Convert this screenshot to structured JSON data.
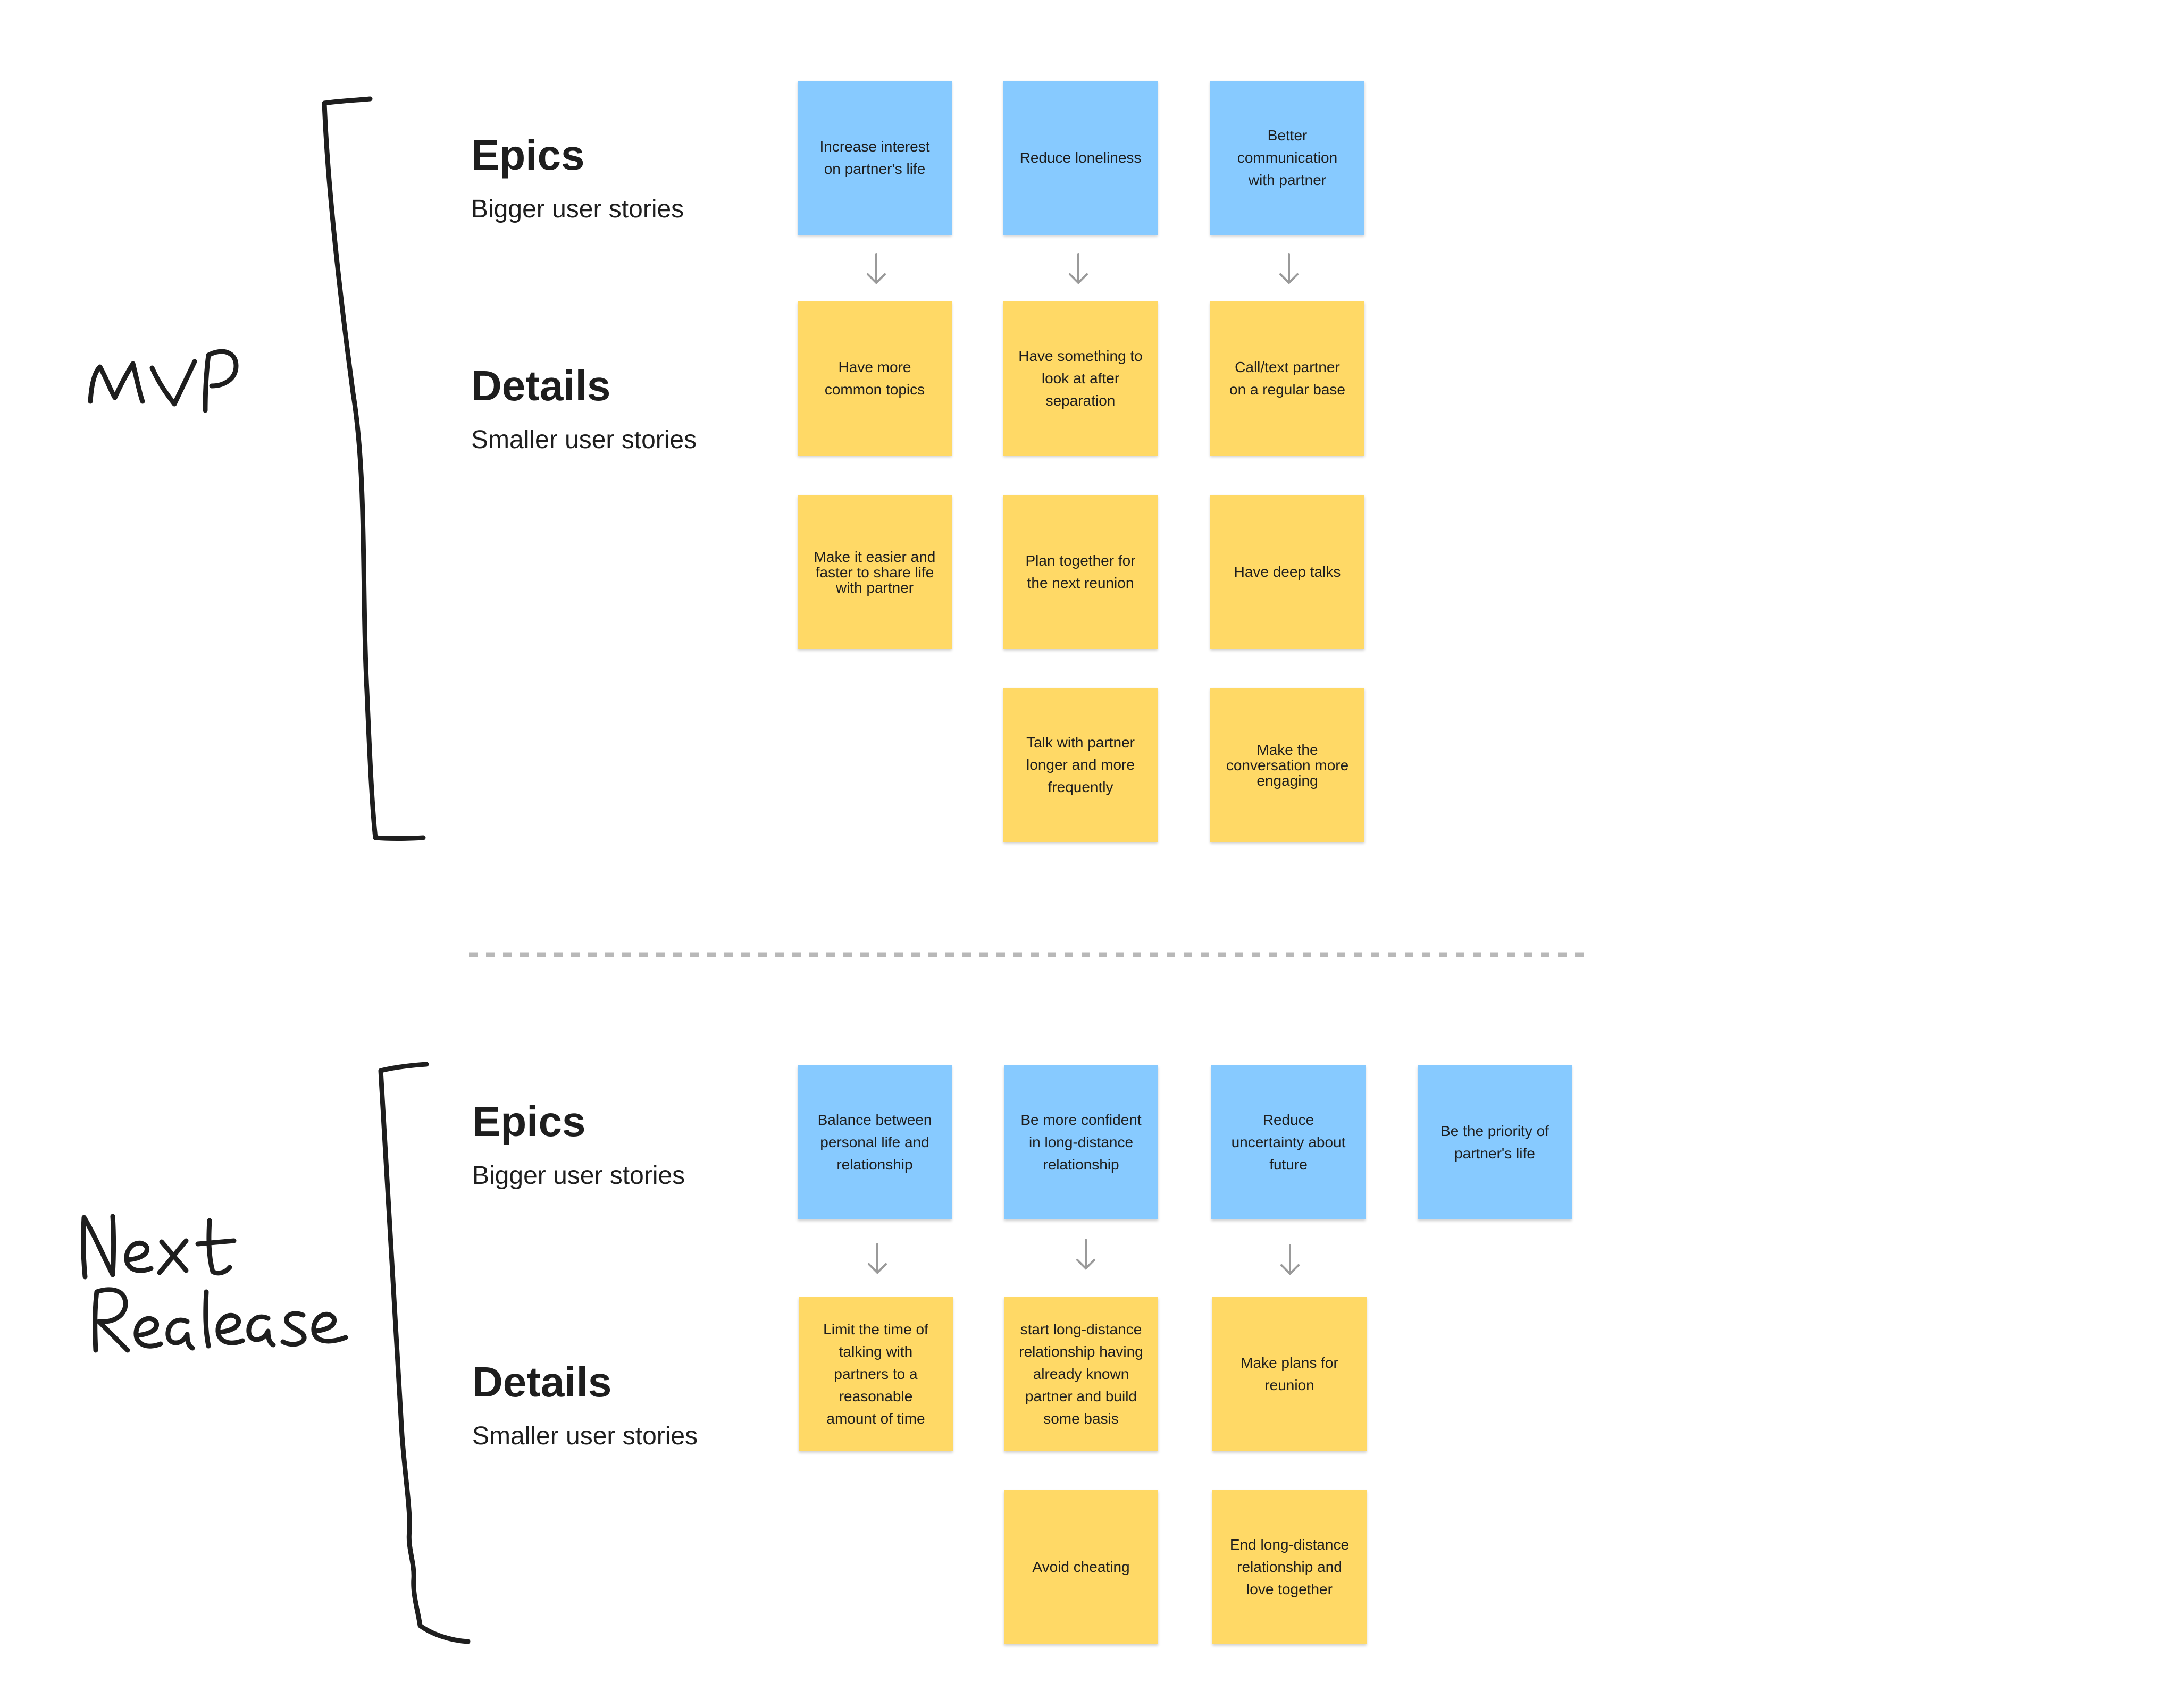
{
  "colors": {
    "epic_note": "#87caff",
    "detail_note": "#ffd966",
    "ink": "#1e1e1e",
    "arrow": "#9a9a9a",
    "divider": "#b8b8b8"
  },
  "mvp": {
    "handwritten_label": "MVP",
    "epics_title": "Epics",
    "epics_subtitle": "Bigger user stories",
    "details_title": "Details",
    "details_subtitle": "Smaller user stories",
    "epics": [
      "Increase interest on partner's life",
      "Reduce loneliness",
      "Better communication with partner"
    ],
    "details": [
      "Have more common topics",
      "Have something to look at after separation",
      "Call/text partner on a regular base",
      "Make it easier and faster to share life with partner",
      "Plan together for the next reunion",
      "Have deep talks",
      "Talk with partner longer and more frequently",
      "Make the conversation more engaging"
    ]
  },
  "next_release": {
    "handwritten_label_line1": "Next",
    "handwritten_label_line2": "Realease",
    "epics_title": "Epics",
    "epics_subtitle": "Bigger user stories",
    "details_title": "Details",
    "details_subtitle": "Smaller user stories",
    "epics": [
      "Balance between personal life and relationship",
      "Be more confident in long-distance relationship",
      "Reduce uncertainty about future",
      "Be the priority of partner's life"
    ],
    "details": [
      "Limit the time of talking with partners to a reasonable amount of time",
      "start long-distance relationship having already known partner and build some basis",
      "Make plans for reunion",
      "Avoid cheating",
      "End long-distance relationship and love together"
    ]
  }
}
